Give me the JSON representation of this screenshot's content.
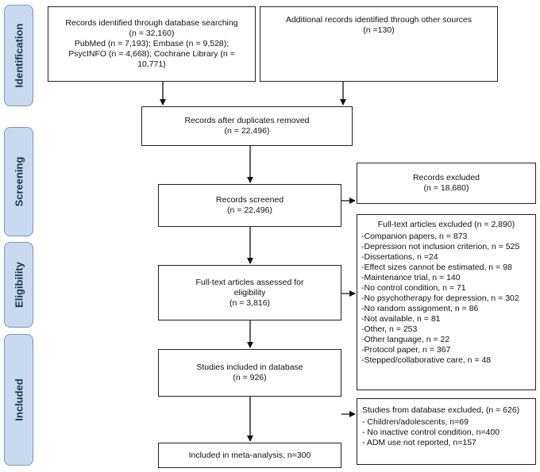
{
  "phases": {
    "identification": "Identification",
    "screening": "Screening",
    "eligibility": "Eligibility",
    "included": "Included"
  },
  "boxes": {
    "database_search": [
      "Records identified through database searching",
      "(n = 32,160)",
      "PubMed (n = 7,193); Embase (n = 9,528);",
      "PsycINFO (n = 4,668); Cochrane Library (n =",
      "10,771)"
    ],
    "other_sources": [
      "Additional records identified through other sources",
      "(n =130)"
    ],
    "duplicates_removed": [
      "Records after duplicates removed",
      "(n = 22,496)"
    ],
    "records_screened": [
      "Records screened",
      "(n = 22,496)"
    ],
    "records_excluded": [
      "Records excluded",
      "(n = 18,680)"
    ],
    "fulltext_assessed": [
      "Full-text articles assessed for",
      "eligibility",
      "(n = 3,816)"
    ],
    "fulltext_excluded": {
      "header": "Full-text articles excluded (n = 2,890)",
      "items": [
        "-Companion papers, n = 873",
        "-Depression not inclusion criterion, n = 525",
        "-Dissertations, n =24",
        "-Effect sizes cannot be estimated, n = 98",
        "-Maintenance trial, n = 140",
        "-No control condition, n = 71",
        "-No psychotherapy for depression, n = 302",
        "-No random assignment, n = 86",
        "-Not available, n = 81",
        "-Other, n = 253",
        "-Other language, n = 22",
        "-Protocol paper, n = 367",
        "-Stepped/collaborative care, n = 48"
      ]
    },
    "studies_database": [
      "Studies included in database",
      "(n = 926)"
    ],
    "studies_excluded": {
      "header": "Studies from database excluded, (n = 626)",
      "items": [
        "- Children/adolescents, n=69",
        "- No inactive control condition, n=400",
        "- ADM use not reported, n=157"
      ]
    },
    "meta_analysis": [
      "Included in meta-analysis, n=300"
    ]
  }
}
